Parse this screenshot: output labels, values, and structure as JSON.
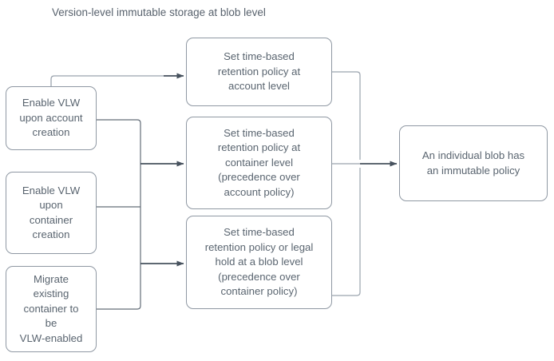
{
  "diagram": {
    "title": "Version-level immutable storage at blob level",
    "colors": {
      "stroke": "#8f98a3",
      "arrow": "#47525e",
      "text": "#5a6570",
      "background": "#ffffff"
    },
    "nodes": {
      "enable_account": "Enable VLW\nupon account\ncreation",
      "enable_container": "Enable VLW\nupon\ncontainer\ncreation",
      "migrate_container": "Migrate\nexisting\ncontainer to\nbe\nVLW-enabled",
      "policy_account": "Set time-based\nretention policy at\naccount level",
      "policy_container": "Set time-based\nretention policy at\ncontainer level\n(precedence over\naccount policy)",
      "policy_blob": "Set time-based\nretention policy or legal\nhold at a blob level\n(precedence over\ncontainer policy)",
      "immutable_result": "An individual blob has\nan immutable policy"
    },
    "edges": [
      {
        "name": "enable-account-to-policy-account",
        "from": "enable_account",
        "to": "policy_account"
      },
      {
        "name": "enable-account-to-policy-container",
        "from": "enable_account",
        "to": "policy_container"
      },
      {
        "name": "enable-container-to-policy-container",
        "from": "enable_container",
        "to": "policy_container"
      },
      {
        "name": "enable-container-to-policy-blob",
        "from": "enable_container",
        "to": "policy_blob"
      },
      {
        "name": "migrate-container-to-policy-blob",
        "from": "migrate_container",
        "to": "policy_blob"
      },
      {
        "name": "policy-account-to-result",
        "from": "policy_account",
        "to": "immutable_result"
      },
      {
        "name": "policy-container-to-result",
        "from": "policy_container",
        "to": "immutable_result"
      },
      {
        "name": "policy-blob-to-result",
        "from": "policy_blob",
        "to": "immutable_result"
      }
    ]
  }
}
